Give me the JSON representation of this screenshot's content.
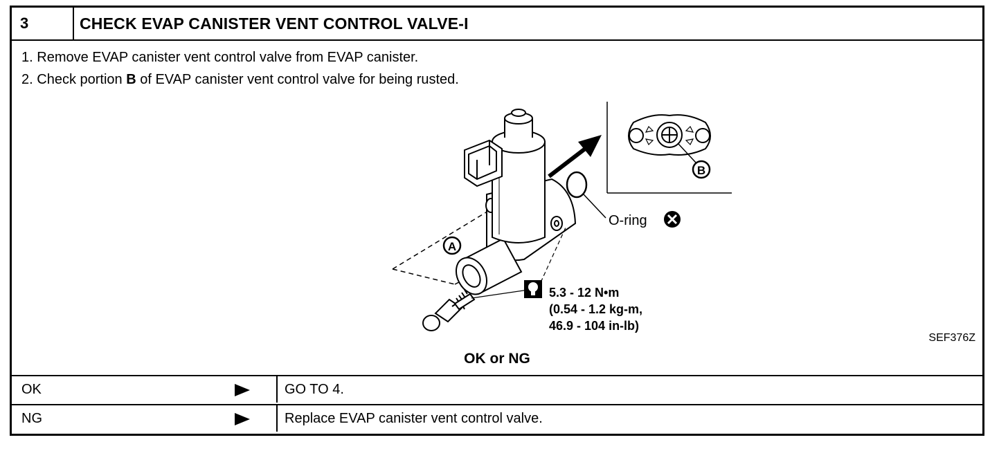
{
  "header": {
    "step_number": "3",
    "title": "CHECK EVAP CANISTER VENT CONTROL VALVE-I"
  },
  "steps": [
    {
      "number": "1.",
      "text_before": "Remove EVAP canister vent control valve from EVAP canister.",
      "bold": "",
      "text_after": ""
    },
    {
      "number": "2.",
      "text_before": "Check portion ",
      "bold": "B",
      "text_after": " of EVAP canister vent control valve for being rusted."
    }
  ],
  "diagram": {
    "label_a": "A",
    "label_b": "B",
    "oring_label": "O-ring",
    "torque_line1": "5.3 - 12 N•m",
    "torque_line2": "(0.54 - 1.2 kg-m,",
    "torque_line3": "46.9 - 104 in-lb)",
    "figure_code": "SEF376Z"
  },
  "result_prompt": "OK or NG",
  "results": [
    {
      "condition": "OK",
      "action": "GO TO 4."
    },
    {
      "condition": "NG",
      "action": "Replace EVAP canister vent control valve."
    }
  ]
}
